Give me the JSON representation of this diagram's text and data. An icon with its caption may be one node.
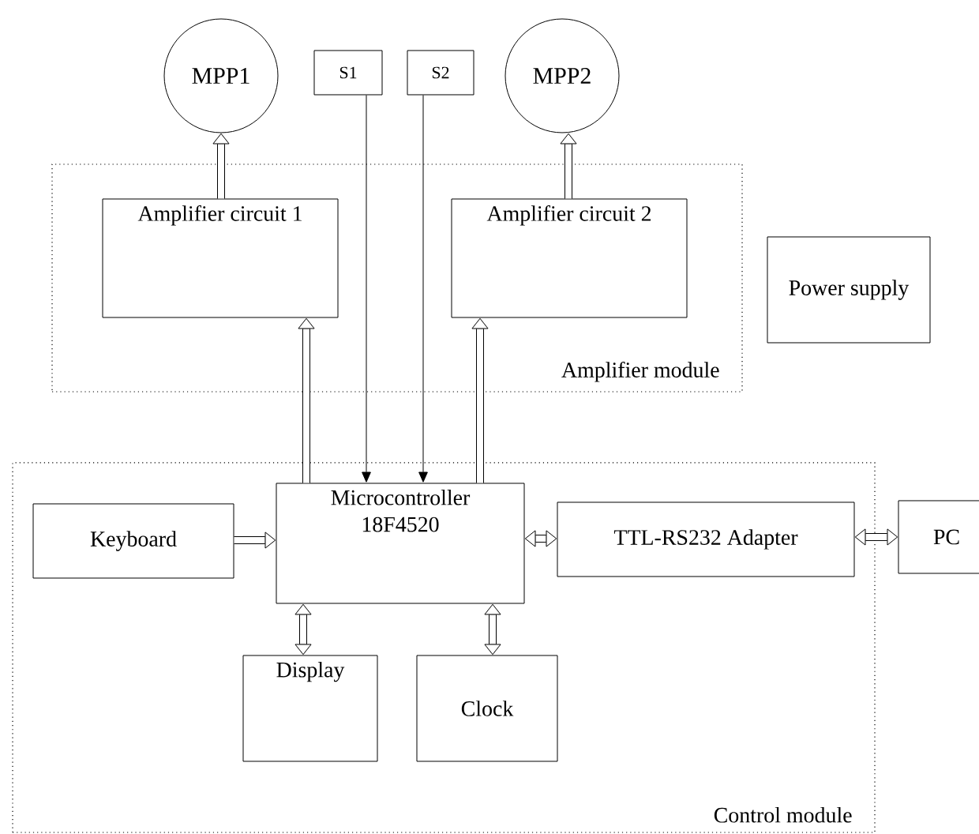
{
  "diagram": {
    "nodes": [
      {
        "text": [
          "MPP1"
        ]
      },
      {
        "text": [
          "S1"
        ]
      },
      {
        "text": [
          "S2"
        ]
      },
      {
        "text": [
          "MPP2"
        ]
      },
      {
        "text": [
          "Amplifier module"
        ]
      },
      {
        "text": [
          "Amplifier circuit 1"
        ],
        "in": 4
      },
      {
        "text": [
          "Amplifier circuit 2"
        ],
        "in": 4
      },
      {
        "text": [
          "Power supply"
        ]
      },
      {
        "text": [
          "Control module"
        ]
      },
      {
        "text": [
          "Keyboard"
        ],
        "in": 8
      },
      {
        "text": [
          "Microcontroller 18F4520"
        ],
        "in": 8
      },
      {
        "text": [
          "TTL-RS232 Adapter"
        ],
        "in": 8
      },
      {
        "text": [
          "PC"
        ]
      },
      {
        "text": [
          "Display"
        ],
        "in": 8
      },
      {
        "text": [
          "Clock"
        ],
        "in": 8
      }
    ],
    "edges": [
      {
        "from": 5,
        "to": 0,
        "arrow": "to"
      },
      {
        "from": 6,
        "to": 3,
        "arrow": "to"
      },
      {
        "from": 10,
        "to": 5,
        "arrow": "to"
      },
      {
        "from": 10,
        "to": 6,
        "arrow": "to"
      },
      {
        "from": 1,
        "to": 10,
        "arrow": "to"
      },
      {
        "from": 2,
        "to": 10,
        "arrow": "to"
      },
      {
        "from": 9,
        "to": 10,
        "arrow": "to"
      },
      {
        "from": 10,
        "to": 11,
        "arrow": "both"
      },
      {
        "from": 11,
        "to": 12,
        "arrow": "both"
      },
      {
        "from": 10,
        "to": 13,
        "arrow": "both"
      },
      {
        "from": 10,
        "to": 14,
        "arrow": "both"
      }
    ]
  }
}
